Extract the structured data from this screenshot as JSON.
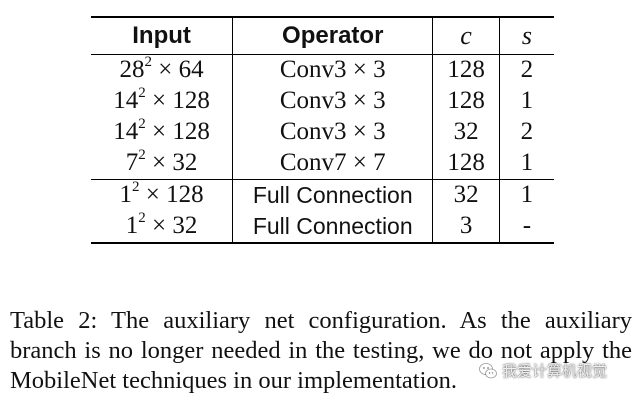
{
  "table": {
    "headers": [
      "Input",
      "Operator",
      "c",
      "s"
    ],
    "rows": [
      {
        "input_base": "28",
        "input_exp": "2",
        "input_rest": " × 64",
        "operator": "Conv3 × 3",
        "c": "128",
        "s": "2"
      },
      {
        "input_base": "14",
        "input_exp": "2",
        "input_rest": " × 128",
        "operator": "Conv3 × 3",
        "c": "128",
        "s": "1"
      },
      {
        "input_base": "14",
        "input_exp": "2",
        "input_rest": " × 128",
        "operator": "Conv3 × 3",
        "c": "32",
        "s": "2"
      },
      {
        "input_base": "7",
        "input_exp": "2",
        "input_rest": " × 32",
        "operator": "Conv7 × 7",
        "c": "128",
        "s": "1"
      },
      {
        "input_base": "1",
        "input_exp": "2",
        "input_rest": " × 128",
        "operator": "Full Connection",
        "c": "32",
        "s": "1"
      },
      {
        "input_base": "1",
        "input_exp": "2",
        "input_rest": " × 32",
        "operator": "Full Connection",
        "c": "3",
        "s": "-"
      }
    ]
  },
  "caption": "Table 2: The auxiliary net configuration. As the auxiliary branch is no longer needed in the testing, we do not apply the MobileNet techniques in our implementation.",
  "watermark": {
    "text": "我爱计算机视觉",
    "icon": "wechat-icon"
  }
}
